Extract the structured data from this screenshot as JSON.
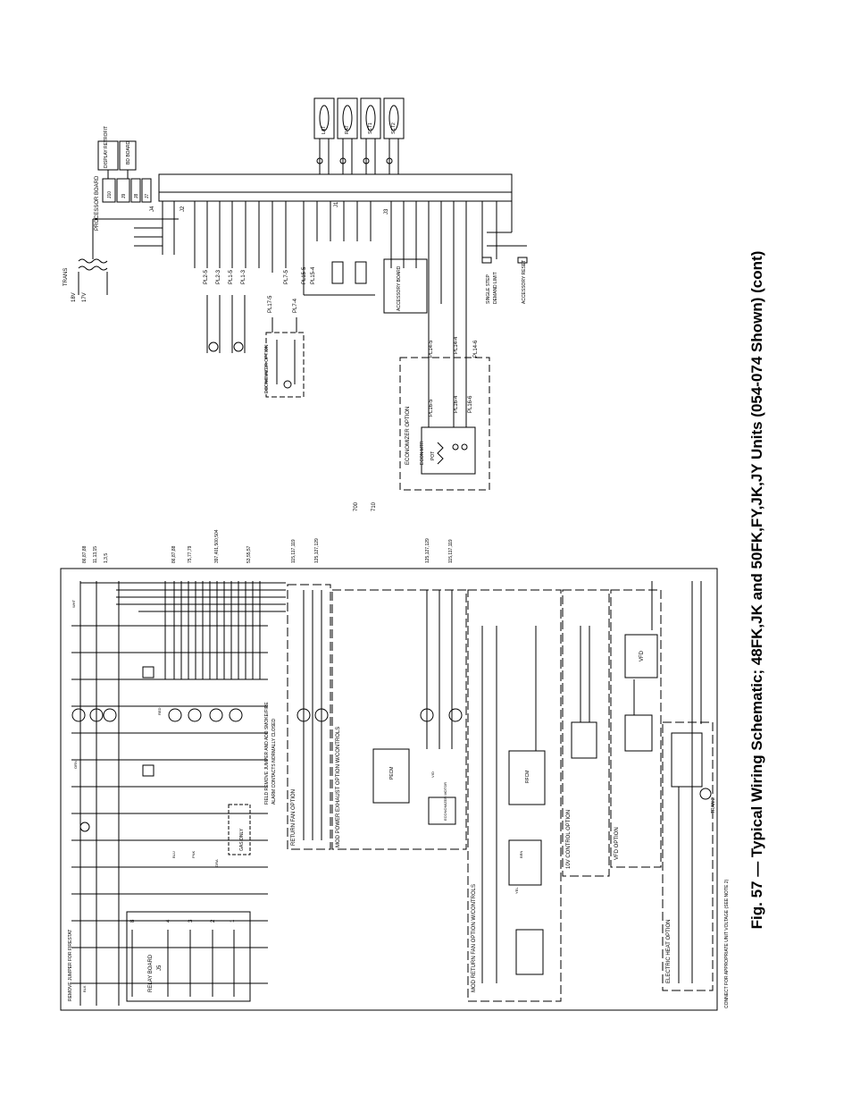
{
  "caption": "Fig. 57 — Typical Wiring Schematic; 48FK,JK and 50FK,FY,JK,JY Units (054-074 Shown) (cont)",
  "colors": {
    "ink": "#000000",
    "paper": "#ffffff"
  },
  "top": {
    "trans": "TRANS",
    "v18": "18V",
    "v17": "17V",
    "processor_board": "PROCESSOR BOARD",
    "display_retrofit": "DISPLAY RETROFIT",
    "bd_board": "BD BOARD",
    "j10": "J10",
    "j9": "J9",
    "j8": "J8",
    "j7": "J7",
    "j4": "J4",
    "j2": "J2",
    "j1": "J1",
    "j3": "J3",
    "sensors": [
      "LAT",
      "RAT",
      "SCT1",
      "SCT2"
    ],
    "pl2_5": "PL2-5",
    "pl2_3": "PL2-3",
    "pl1_5": "PL1-5",
    "pl1_3": "PL1-3",
    "pl17_5": "PL17-5",
    "pl7_5": "PL7-5",
    "pl7_4": "PL7-4",
    "pl15_5": "PL15-5",
    "pl15_4": "PL15-4",
    "pl14_5": "PL14-5",
    "pl14_4": "PL14-4",
    "pl14_6": "PL14-6",
    "pl16_5": "PL16-5",
    "pl16_4": "PL16-4",
    "pl16_6": "PL16-6",
    "economizer_option": "ECONOMIZER OPTION",
    "accessory_board": "ACCESSORY BOARD",
    "single_step": "SINGLE STEP",
    "demand_limit": "DEMAND LIMIT",
    "accessory_reset": "ACCESSORY RESET",
    "econ_mtr": "ECON MTR",
    "pot": "POT",
    "num700": "700",
    "num710": "710"
  },
  "bottom": {
    "remove_jumper": "REMOVE JUMPER FOR FIRESTAT",
    "relay_board": "RELAY BOARD",
    "j5": "J5",
    "field_remove": "FIELD REMOVE JUMPER AND ADD SMOKE/FIRE",
    "alarm_contacts": "ALARM CONTACTS NORMALLY CLOSED",
    "gas_only": "GAS ONLY",
    "return_fan_option": "RETURN FAN OPTION",
    "mod_power_exhaust": "MOD POWER EXHAUST OPTION W/CONTROLS",
    "mod_return_fan": "MOD RETURN FAN OPTION W/CONTROLS",
    "v10_control": "10V CONTROL OPTION",
    "vfd_option": "VFD OPTION",
    "electric_heat_option": "ELECTRIC HEAT OPTION",
    "vfd": "VFD",
    "connect_note": "CONNECT FOR APPROPRIATE UNIT VOLTAGE (SEE NOTE 2)",
    "tran2": "TRAN 2",
    "pecm": "PECM",
    "rfcm": "RFCM",
    "economizer_motor": "ECONOMIZER MOTOR",
    "relay_terms": [
      "8",
      "4",
      "3",
      "2",
      "1"
    ],
    "right_refs": [
      "86,87,88",
      "11,13,15",
      "1,3,5",
      "86,87,88",
      "75,77,79",
      "397,401,500,504",
      "53,55,57",
      "115,117,119",
      "125,127,129",
      "125,127,129",
      "115,117,119"
    ],
    "wire_labels": [
      "BLK",
      "WHT",
      "RED",
      "GRA",
      "BRN",
      "ORN",
      "BLU",
      "PNK",
      "YEL",
      "VIO"
    ]
  }
}
